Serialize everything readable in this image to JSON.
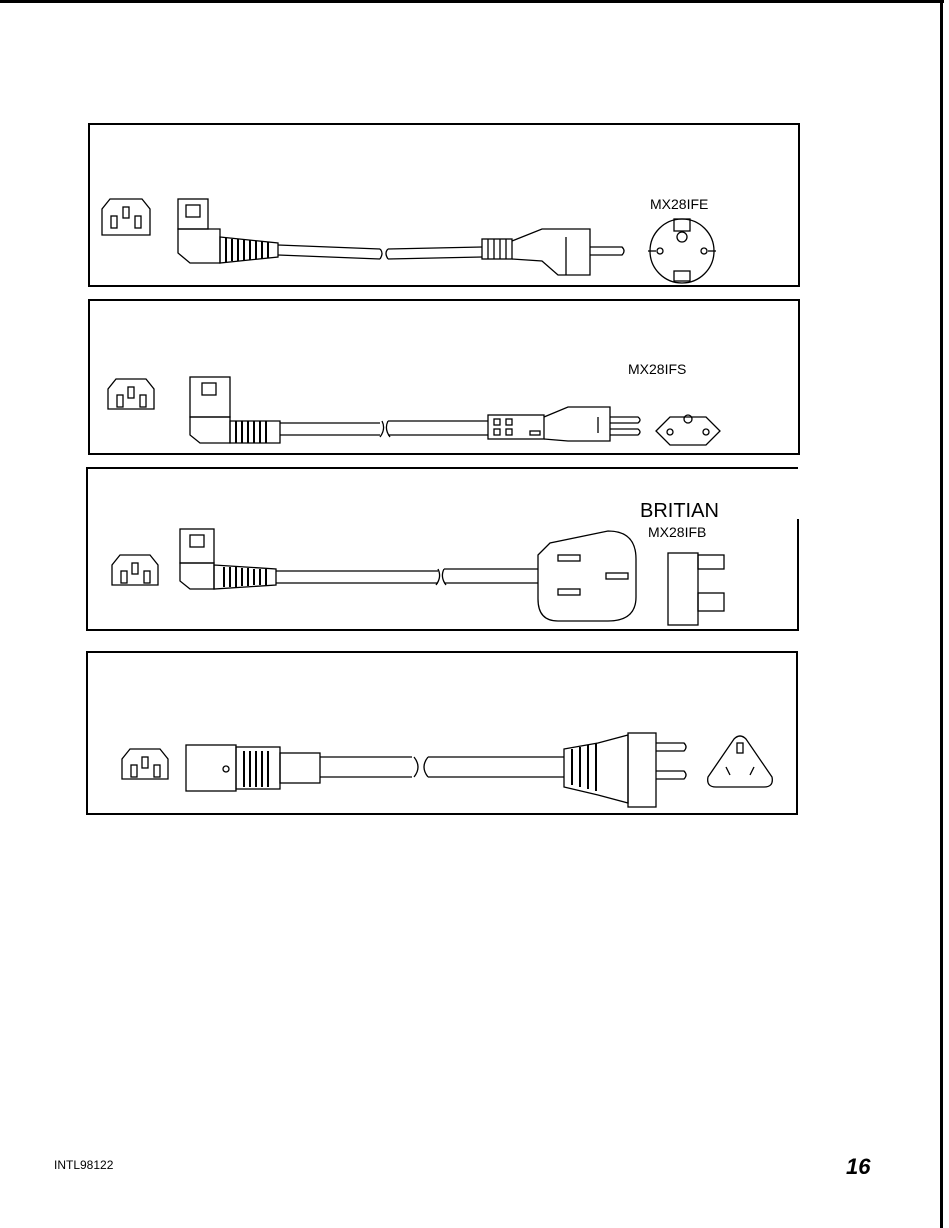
{
  "panels": [
    {
      "model": "MX28IFE",
      "heading": ""
    },
    {
      "model": "MX28IFS",
      "heading": ""
    },
    {
      "model": "MX28IFB",
      "heading": "BRITIAN"
    },
    {
      "model": "",
      "heading": ""
    }
  ],
  "footer": {
    "doc_code": "INTL98122",
    "page_number": "16"
  },
  "icons": [
    "iec-c13-socket-icon",
    "power-cord-icon",
    "schuko-plug-face-icon",
    "swiss-plug-face-icon",
    "uk-plug-icon",
    "australian-plug-face-icon"
  ]
}
